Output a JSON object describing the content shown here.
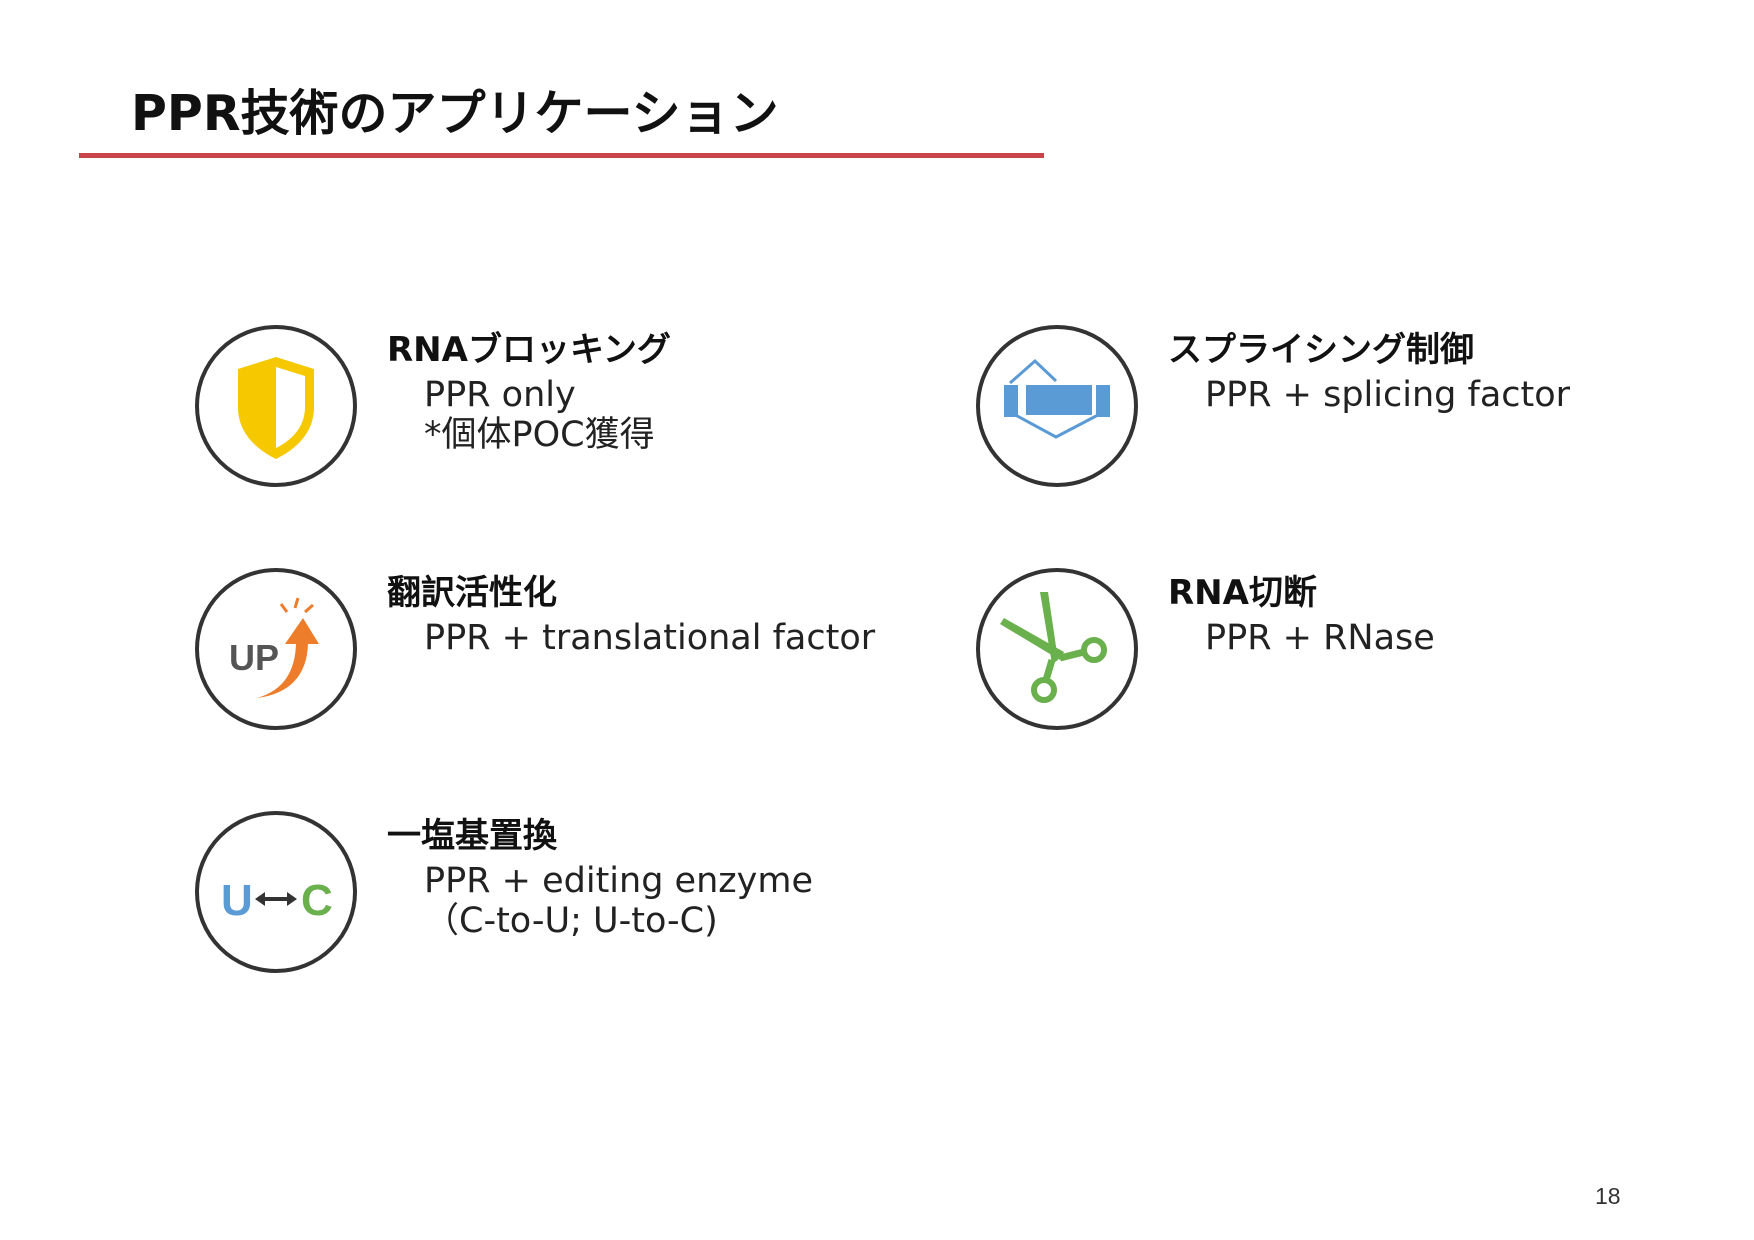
{
  "slide": {
    "title": "PPR技術のアプリケーション",
    "page_number": "18",
    "accent_color": "#c9434a"
  },
  "applications": [
    {
      "icon": "shield-icon",
      "title": "RNAブロッキング",
      "lines": [
        "PPR only",
        "*個体POC獲得"
      ]
    },
    {
      "icon": "splicing-icon",
      "title": "スプライシング制御",
      "lines": [
        "PPR + splicing factor"
      ]
    },
    {
      "icon": "up-arrow-icon",
      "title": "翻訳活性化",
      "lines": [
        "PPR + translational factor"
      ]
    },
    {
      "icon": "scissors-icon",
      "title": "RNA切断",
      "lines": [
        "PPR + RNase"
      ]
    },
    {
      "icon": "u-to-c-icon",
      "title": "一塩基置換",
      "lines": [
        "PPR + editing enzyme",
        "（C-to-U; U-to-C)"
      ],
      "icon_text": {
        "left": "U",
        "right": "C"
      }
    }
  ],
  "icon_colors": {
    "shield": "#f5c800",
    "splicing": "#5b9bd5",
    "up_arrow": "#ee7d2b",
    "scissors": "#6ab04c",
    "u_letter": "#5b9bd5",
    "c_letter": "#6ab04c"
  }
}
